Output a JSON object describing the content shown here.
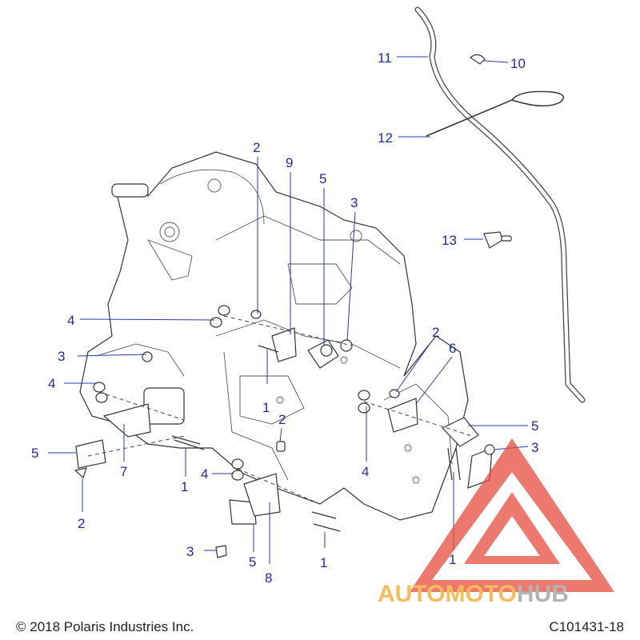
{
  "callouts": {
    "c1a": "1",
    "c1b": "1",
    "c1c": "1",
    "c1d": "1",
    "c2a": "2",
    "c2b": "2",
    "c2c": "2",
    "c2d": "2",
    "c3a": "3",
    "c3b": "3",
    "c3c": "3",
    "c3d": "3",
    "c4a": "4",
    "c4b": "4",
    "c4c": "4",
    "c4d": "4",
    "c5a": "5",
    "c5b": "5",
    "c5c": "5",
    "c5d": "5",
    "c6": "6",
    "c7": "7",
    "c8": "8",
    "c9": "9",
    "c10": "10",
    "c11": "11",
    "c12": "12",
    "c13": "13"
  },
  "watermark": {
    "part1": "AUTOMOTO",
    "part2": "HUB",
    "color_main": "#f5a623",
    "color_hub": "#9a9a9a",
    "logo_color": "#e84c3d"
  },
  "footer": {
    "copyright": "© 2018 Polaris Industries Inc.",
    "drawing_id": "C101431-18"
  }
}
